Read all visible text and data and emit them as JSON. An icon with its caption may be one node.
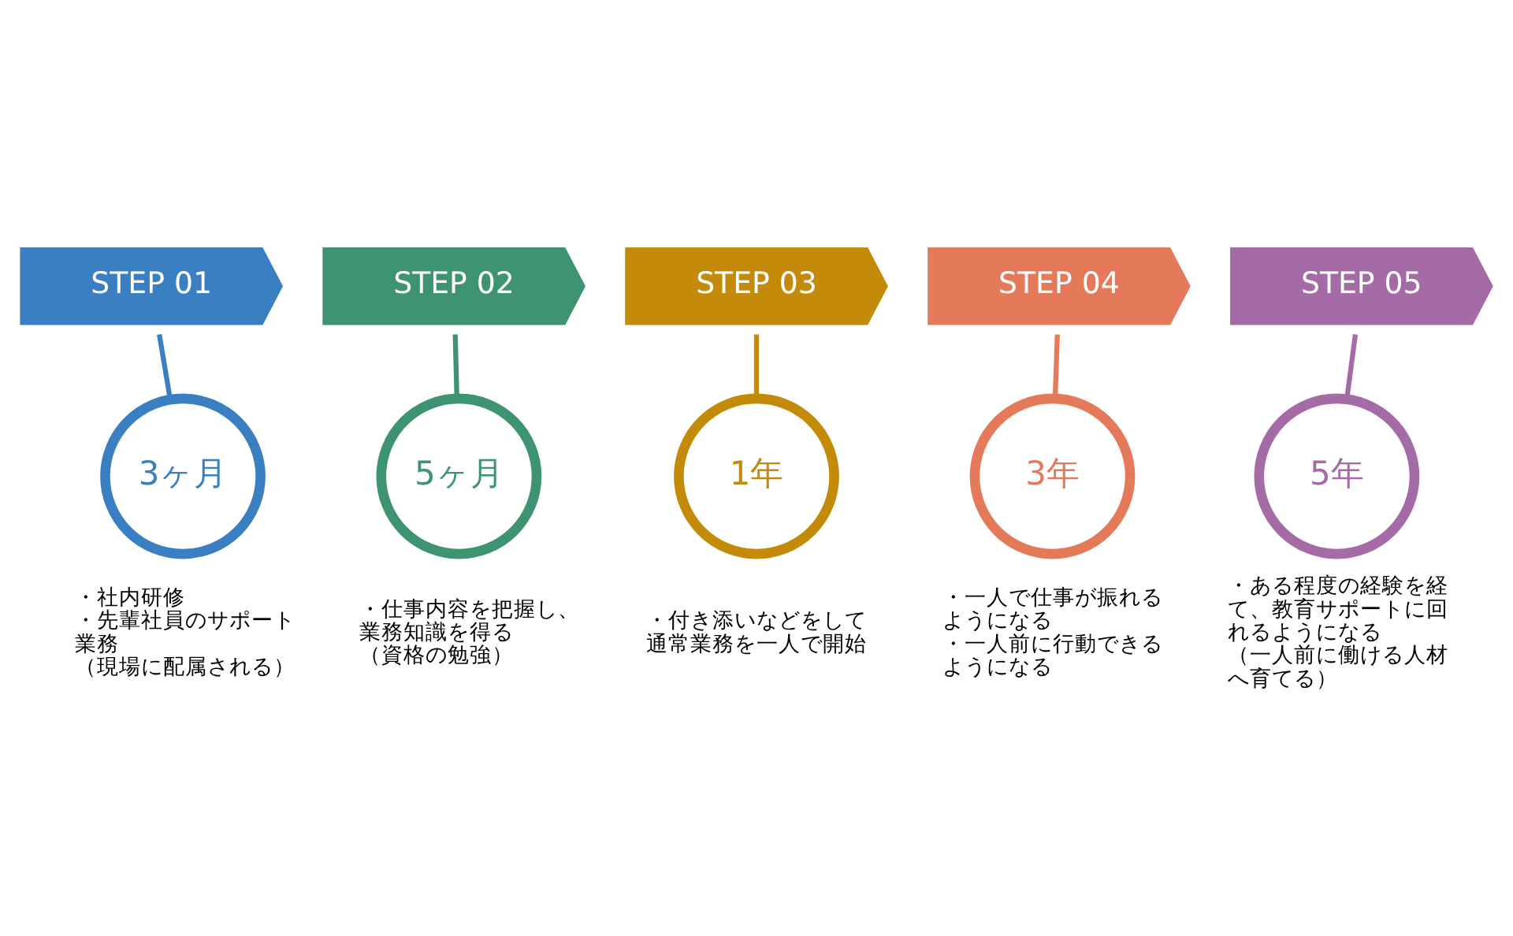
{
  "diagram": {
    "nodes": [
      {
        "text": [
          "STEP 01"
        ]
      },
      {
        "text": [
          "STEP 02"
        ]
      },
      {
        "text": [
          "STEP 03"
        ]
      },
      {
        "text": [
          "STEP 04"
        ]
      },
      {
        "text": [
          "STEP 05"
        ]
      },
      {
        "text": [
          "3ヶ月"
        ],
        "beside": [
          "・社内研修",
          "・先輩社員のサポート業務",
          "（現場に配属される）"
        ]
      },
      {
        "text": [
          "5ヶ月"
        ],
        "beside": [
          "・仕事内容を把握し、業務知識を得る",
          "（資格の勉強）"
        ]
      },
      {
        "text": [
          "1年"
        ],
        "beside": [
          "・付き添いなどをして通常業務を一人で開始"
        ]
      },
      {
        "text": [
          "3年"
        ],
        "beside": [
          "・一人で仕事が振れるようになる",
          "・一人前に行動できるようになる"
        ]
      },
      {
        "text": [
          "5年"
        ],
        "beside": [
          "・ある程度の経験を経て、教育サポートに回れるようになる",
          "（一人前に働ける人材へ育てる）"
        ]
      }
    ],
    "edges": [
      {
        "from": 0,
        "to": 5,
        "arrow": "none",
        "color": "#3a7fc1"
      },
      {
        "from": 1,
        "to": 6,
        "arrow": "none",
        "color": "#3e9470"
      },
      {
        "from": 2,
        "to": 7,
        "arrow": "none",
        "color": "#c48a0a"
      },
      {
        "from": 3,
        "to": 8,
        "arrow": "none",
        "color": "#e57a5a"
      },
      {
        "from": 4,
        "to": 9,
        "arrow": "none",
        "color": "#a56ba6"
      }
    ]
  }
}
